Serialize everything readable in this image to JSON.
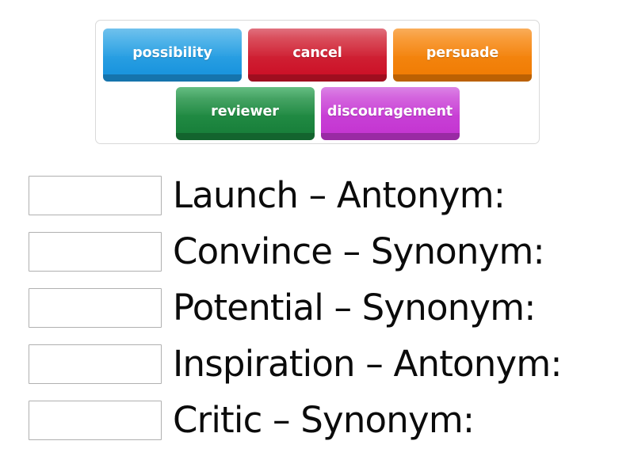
{
  "tile_bank": {
    "name": "word-tile-bank",
    "rows": [
      [
        {
          "label": "possibility",
          "color": "#1b95de",
          "variant": "blue"
        },
        {
          "label": "cancel",
          "color": "#cc1228",
          "variant": "red"
        },
        {
          "label": "persuade",
          "color": "#f07d05",
          "variant": "orange"
        }
      ],
      [
        {
          "label": "reviewer",
          "color": "#19803b",
          "variant": "green"
        },
        {
          "label": "discouragement",
          "color": "#c436d2",
          "variant": "purple"
        }
      ]
    ]
  },
  "questions": [
    {
      "prompt": "Launch – Antonym:",
      "answer": ""
    },
    {
      "prompt": "Convince – Synonym:",
      "answer": ""
    },
    {
      "prompt": "Potential – Synonym:",
      "answer": ""
    },
    {
      "prompt": "Inspiration – Antonym:",
      "answer": ""
    },
    {
      "prompt": "Critic – Synonym:",
      "answer": ""
    }
  ],
  "colors": {
    "page_background": "#ffffff",
    "bank_border": "#d9d9d9",
    "drop_box_border": "#b0b0b0",
    "text": "#0b0b0b",
    "tile_text": "#ffffff"
  }
}
